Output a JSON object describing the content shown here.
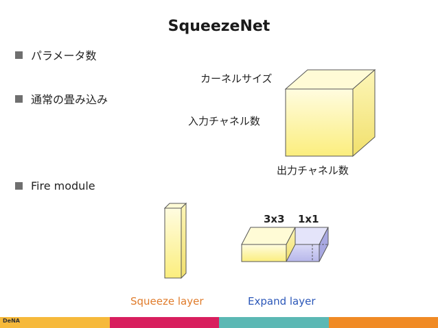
{
  "slide": {
    "title": "SqueezeNet",
    "bullets": [
      "パラメータ数",
      "通常の畳み込み",
      "Fire module"
    ],
    "conv_labels": {
      "kernel_size": "カーネルサイズ",
      "input_channels": "入力チャネル数",
      "output_channels": "出力チャネル数"
    },
    "expand_labels": {
      "k3": "3x3",
      "k1": "1x1"
    },
    "captions": {
      "squeeze": "Squeeze layer",
      "expand": "Expand layer"
    },
    "logo": "DeNA"
  },
  "colors": {
    "cube_front": "#fdf49a",
    "cube_top": "#fffbd0",
    "cube_side": "#f4e67a",
    "expand_1x1": "#c5c5ef",
    "squeeze_caption": "#e07b2a",
    "expand_caption": "#2a56b8",
    "bullet_square": "#6f6f6f",
    "footer": [
      "#f6b93b",
      "#d81f5e",
      "#5bb8b4",
      "#f08a24"
    ]
  }
}
